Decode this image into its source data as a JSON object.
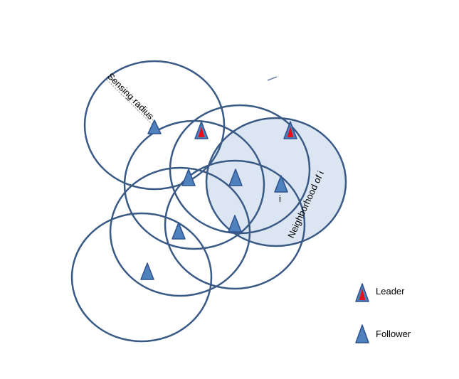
{
  "diagram": {
    "labels": {
      "sensing_radius": "Sensing radius",
      "neighborhood": "Neighborhood of i",
      "node_i": "i"
    },
    "legend": {
      "leader": "Leader",
      "follower": "Follower"
    },
    "colors": {
      "circle_stroke": "#3a5a86",
      "highlight_fill": "#dce6f2",
      "follower_fill": "#4f81bd",
      "leader_fill": "#e8101a",
      "marker_stroke": "#2f528f",
      "dashed_line": "#888888"
    },
    "icons": {
      "leader": "red-triangle-icon",
      "follower": "blue-triangle-icon"
    }
  }
}
